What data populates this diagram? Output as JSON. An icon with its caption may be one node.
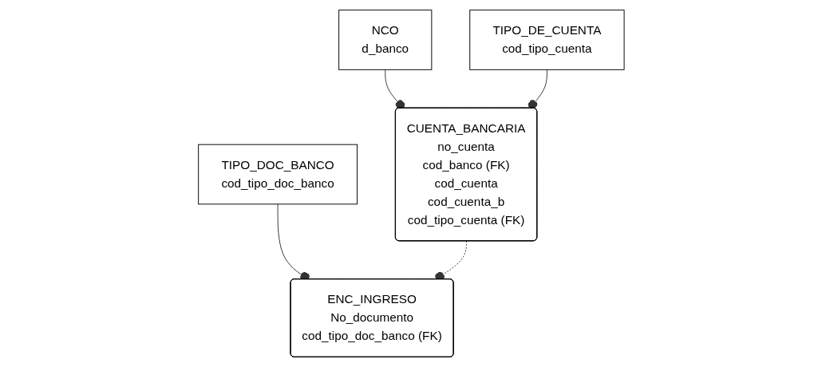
{
  "diagram": {
    "nodes": [
      {
        "text": [
          "NCO",
          "d_banco"
        ]
      },
      {
        "text": [
          "TIPO_DE_CUENTA",
          "cod_tipo_cuenta"
        ]
      },
      {
        "text": [
          "TIPO_DOC_BANCO",
          "cod_tipo_doc_banco"
        ]
      },
      {
        "text": [
          "CUENTA_BANCARIA",
          "no_cuenta",
          "cod_banco (FK)",
          "cod_cuenta",
          "cod_cuenta_b",
          "cod_tipo_cuenta (FK)"
        ]
      },
      {
        "text": [
          "ENC_INGRESO",
          "No_documento",
          "cod_tipo_doc_banco (FK)"
        ]
      }
    ],
    "edges": [
      {
        "from": 0,
        "to": 3,
        "arrow": "other"
      },
      {
        "from": 1,
        "to": 3,
        "arrow": "other"
      },
      {
        "from": 2,
        "to": 4,
        "arrow": "other"
      },
      {
        "from": 3,
        "to": 4,
        "arrow": "other",
        "style": "dashed"
      }
    ]
  }
}
